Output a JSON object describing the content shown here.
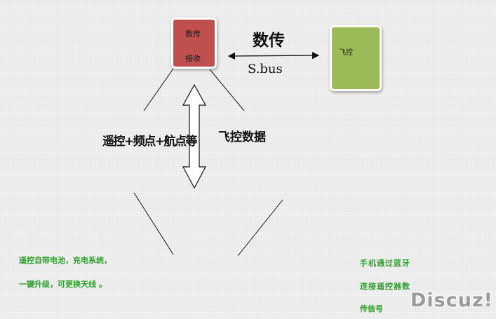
{
  "receiver_box": {
    "line1": "数传",
    "line2": "接收",
    "color": "#c0504d"
  },
  "flight_controller_box": {
    "label": "飞控",
    "color": "#9bbb59"
  },
  "datalink": {
    "title": "数传",
    "protocol": "S.bus"
  },
  "uplink_label": "遥控+频点+航点等",
  "downlink_label": "飞控数据",
  "left_notes": [
    "遥控自带电池，充电系统，",
    "一键升级，可更换天线 。"
  ],
  "right_notes": [
    "手机通过蓝牙",
    "连接遥控器数",
    "传信号"
  ],
  "notes_color": "#2ca02c",
  "watermark": "Discuz!"
}
